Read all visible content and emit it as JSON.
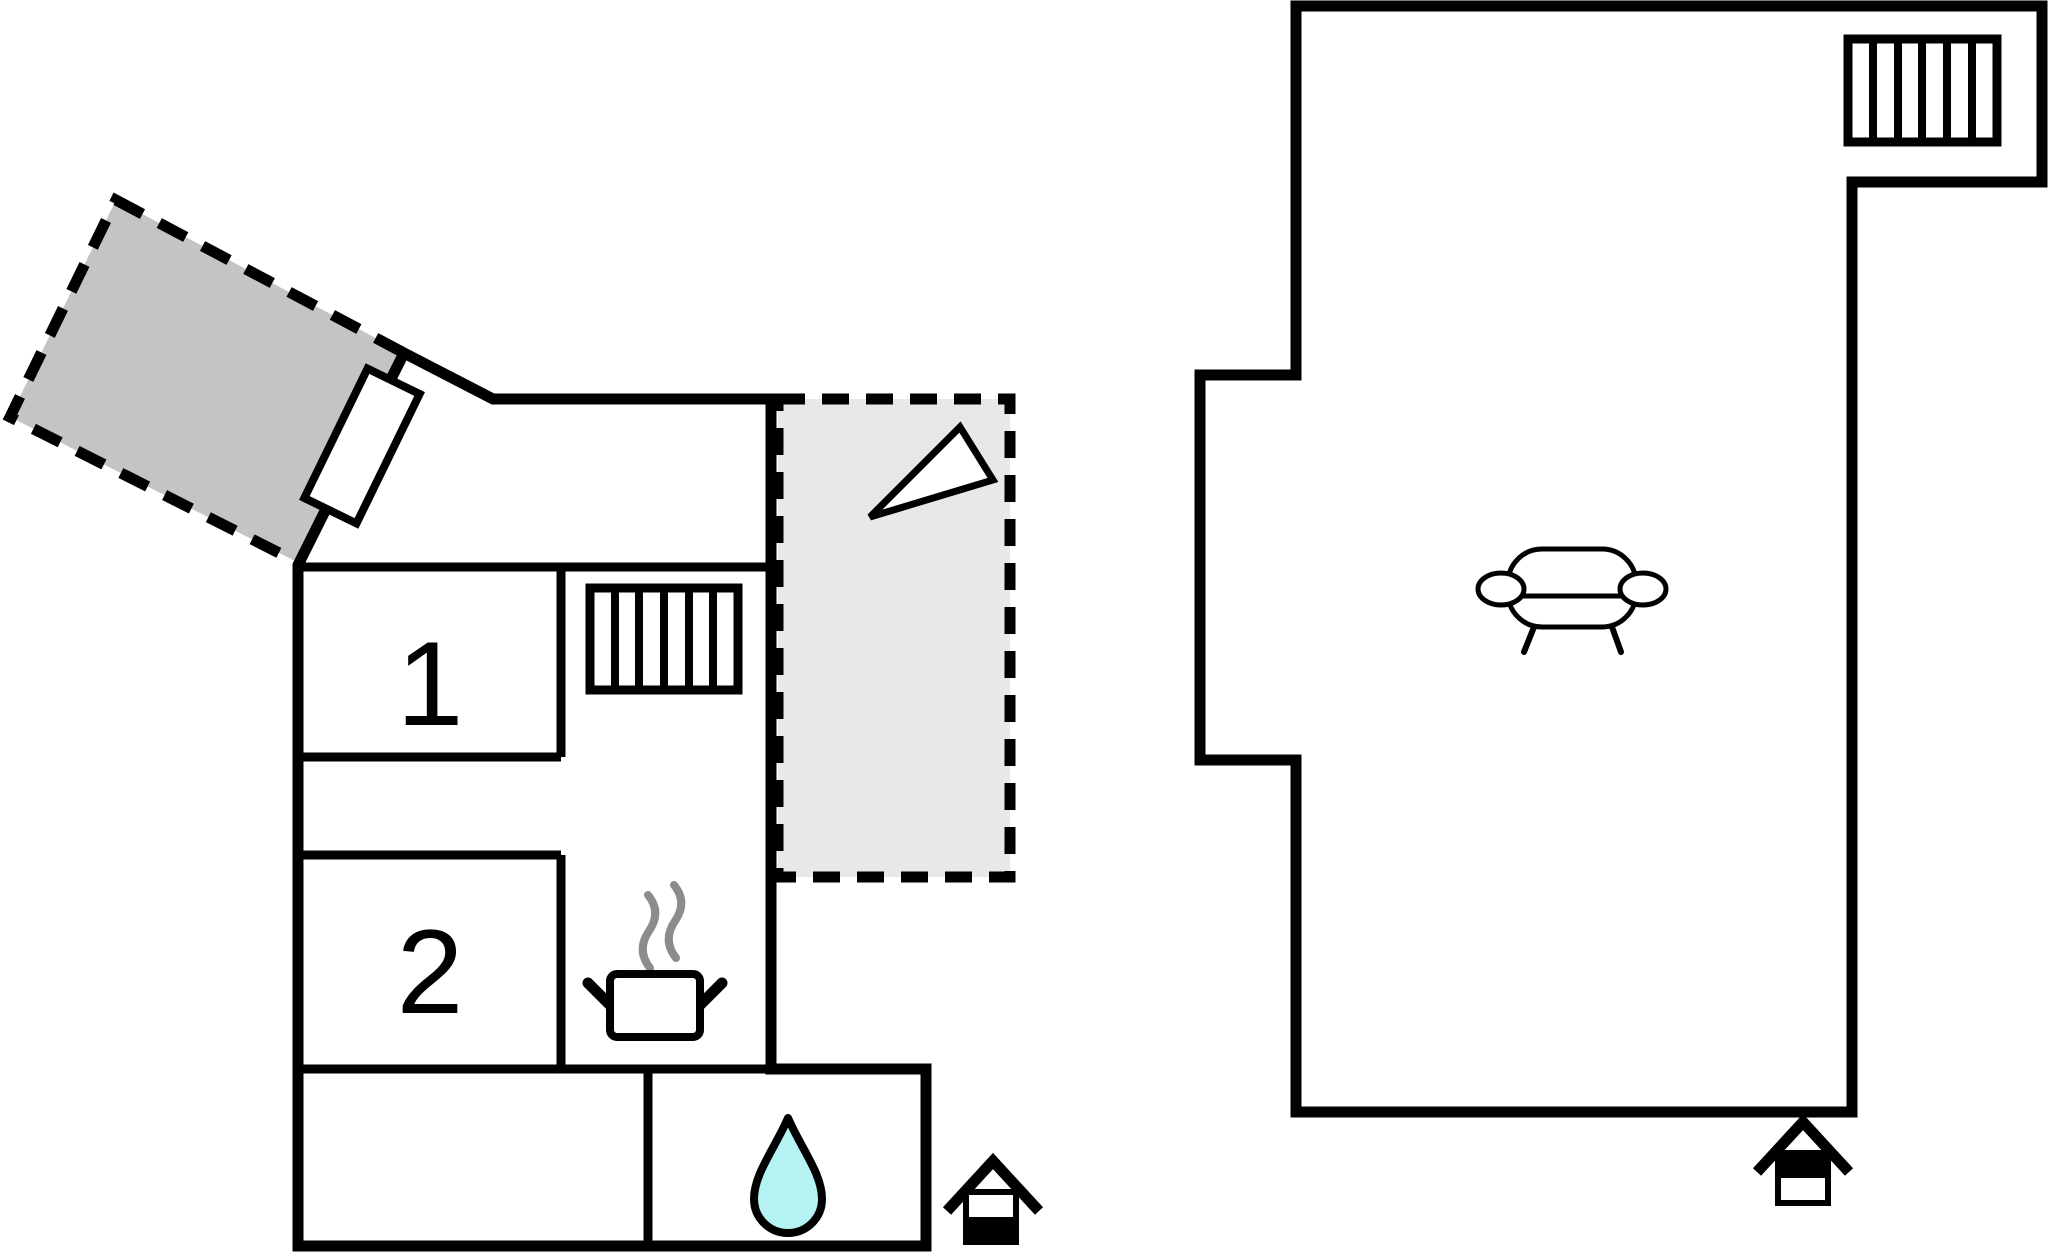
{
  "document_type": "floor-plan",
  "colors": {
    "wall": "#000000",
    "terrace_fill": "#c4c4c4",
    "patio_fill": "#e8e8e8",
    "water_drop_fill": "#b5f2f2",
    "steam_stroke": "#8c8c8c",
    "background": "#ffffff"
  },
  "ground_floor": {
    "rooms": [
      {
        "label": "1"
      },
      {
        "label": "2"
      }
    ],
    "areas": [
      "terrace-dashed-area",
      "patio-dashed-area"
    ],
    "icons": [
      "stairs-icon",
      "stove-icon",
      "steam-icon",
      "water-drop-icon",
      "wind-vane-icon",
      "terrace-door-icon",
      "entrance-house-icon"
    ]
  },
  "upper_floor": {
    "areas": [
      "living-area"
    ],
    "icons": [
      "stairs-icon",
      "sofa-icon",
      "entrance-house-icon"
    ]
  }
}
